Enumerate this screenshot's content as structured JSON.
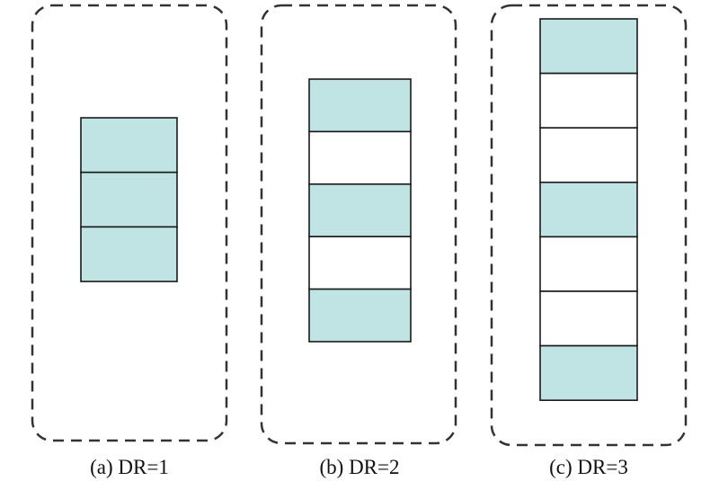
{
  "colors": {
    "filled": "#c0e4e4",
    "empty": "#ffffff",
    "stroke": "#1a1a1a",
    "dash": "#333333"
  },
  "panels": [
    {
      "label": "(a) DR=1",
      "cells": [
        true,
        true,
        true
      ]
    },
    {
      "label": "(b) DR=2",
      "cells": [
        true,
        false,
        true,
        false,
        true
      ]
    },
    {
      "label": "(c) DR=3",
      "cells": [
        true,
        false,
        false,
        true,
        false,
        false,
        true
      ]
    }
  ]
}
